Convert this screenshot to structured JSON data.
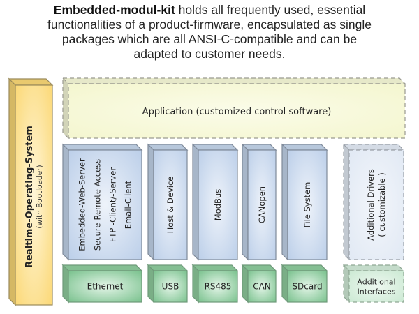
{
  "header": {
    "bold": "Embedded-modul-kit",
    "line1_rest": " holds all frequently used, essential",
    "line2": "functionalities of a product-firmware, encapsulated as single",
    "line3": "packages which are all ANSI-C-compatible and can be",
    "line4": "adapted to customer needs."
  },
  "colors": {
    "rtos": "#fbd876",
    "application": "#f7f9d8",
    "middleware": "#c5d6ec",
    "interface": "#8fcd9e",
    "additional_middleware": "#e4ecf6",
    "additional_interface": "#d3ecd9"
  },
  "rtos": {
    "title": "Realtime-Operating-System",
    "subtitle": "(with Bootloader)"
  },
  "application": {
    "label": "Application (customized control software)"
  },
  "middleware": [
    {
      "lines": [
        "Embedded-Web-Server",
        "Secure-Remote-Access",
        "FTP -Client/-Server",
        "Email-Client"
      ]
    },
    {
      "lines": [
        "Host & Device"
      ]
    },
    {
      "lines": [
        "ModBus"
      ]
    },
    {
      "lines": [
        "CANopen"
      ]
    },
    {
      "lines": [
        "File System"
      ]
    },
    {
      "lines": [
        "Additional Drivers",
        "( customizable )"
      ]
    }
  ],
  "interfaces": [
    {
      "lines": [
        "Ethernet"
      ]
    },
    {
      "lines": [
        "USB"
      ]
    },
    {
      "lines": [
        "RS485"
      ]
    },
    {
      "lines": [
        "CAN"
      ]
    },
    {
      "lines": [
        "SDcard"
      ]
    },
    {
      "lines": [
        "Additional",
        "Interfaces"
      ]
    }
  ]
}
